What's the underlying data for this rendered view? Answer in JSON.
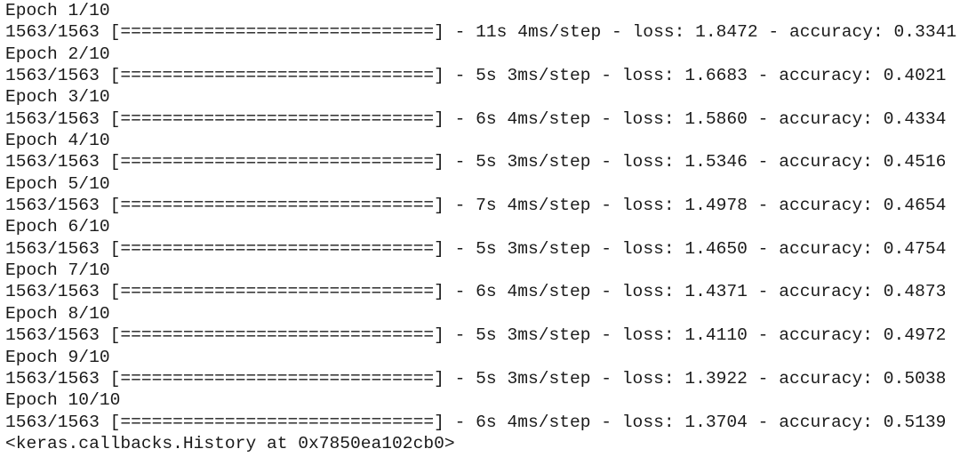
{
  "log": {
    "epochs": [
      {
        "header": "Epoch 1/10",
        "steps": "1563/1563",
        "bar": "[==============================]",
        "time": "11s",
        "per_step": "4ms/step",
        "loss": "1.8472",
        "accuracy": "0.3341"
      },
      {
        "header": "Epoch 2/10",
        "steps": "1563/1563",
        "bar": "[==============================]",
        "time": "5s",
        "per_step": "3ms/step",
        "loss": "1.6683",
        "accuracy": "0.4021"
      },
      {
        "header": "Epoch 3/10",
        "steps": "1563/1563",
        "bar": "[==============================]",
        "time": "6s",
        "per_step": "4ms/step",
        "loss": "1.5860",
        "accuracy": "0.4334"
      },
      {
        "header": "Epoch 4/10",
        "steps": "1563/1563",
        "bar": "[==============================]",
        "time": "5s",
        "per_step": "3ms/step",
        "loss": "1.5346",
        "accuracy": "0.4516"
      },
      {
        "header": "Epoch 5/10",
        "steps": "1563/1563",
        "bar": "[==============================]",
        "time": "7s",
        "per_step": "4ms/step",
        "loss": "1.4978",
        "accuracy": "0.4654"
      },
      {
        "header": "Epoch 6/10",
        "steps": "1563/1563",
        "bar": "[==============================]",
        "time": "5s",
        "per_step": "3ms/step",
        "loss": "1.4650",
        "accuracy": "0.4754"
      },
      {
        "header": "Epoch 7/10",
        "steps": "1563/1563",
        "bar": "[==============================]",
        "time": "6s",
        "per_step": "4ms/step",
        "loss": "1.4371",
        "accuracy": "0.4873"
      },
      {
        "header": "Epoch 8/10",
        "steps": "1563/1563",
        "bar": "[==============================]",
        "time": "5s",
        "per_step": "3ms/step",
        "loss": "1.4110",
        "accuracy": "0.4972"
      },
      {
        "header": "Epoch 9/10",
        "steps": "1563/1563",
        "bar": "[==============================]",
        "time": "5s",
        "per_step": "3ms/step",
        "loss": "1.3922",
        "accuracy": "0.5038"
      },
      {
        "header": "Epoch 10/10",
        "steps": "1563/1563",
        "bar": "[==============================]",
        "time": "6s",
        "per_step": "4ms/step",
        "loss": "1.3704",
        "accuracy": "0.5139"
      }
    ],
    "labels": {
      "separator": " - ",
      "loss_label": "loss: ",
      "accuracy_label": "accuracy: "
    },
    "result": "<keras.callbacks.History at 0x7850ea102cb0>"
  }
}
